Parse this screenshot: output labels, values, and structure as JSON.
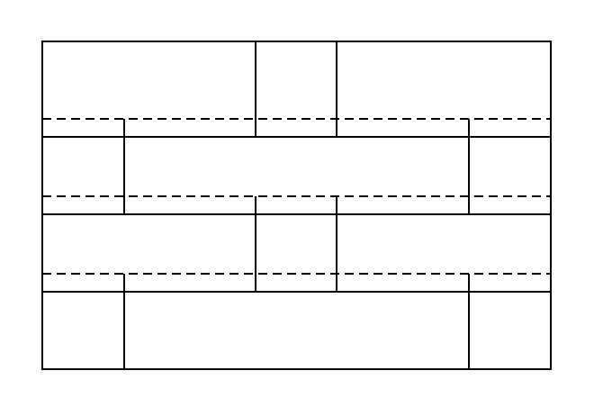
{
  "diagram": {
    "description_visible_text": "",
    "colors": {
      "background": "#ffffff",
      "stroke": "#000000"
    },
    "line_styles": {
      "solid": "solid",
      "dashed": "dashed"
    },
    "rows": [
      {
        "row": 1,
        "segments": [
          "wide-left",
          "narrow-middle",
          "wide-right"
        ]
      },
      {
        "row": 2,
        "segments": [
          "narrow-left",
          "wide-middle",
          "narrow-right"
        ]
      },
      {
        "row": 3,
        "segments": [
          "wide-left",
          "narrow-middle",
          "wide-right"
        ]
      },
      {
        "row": 4,
        "segments": [
          "narrow-left",
          "wide-middle",
          "narrow-right"
        ]
      }
    ]
  }
}
